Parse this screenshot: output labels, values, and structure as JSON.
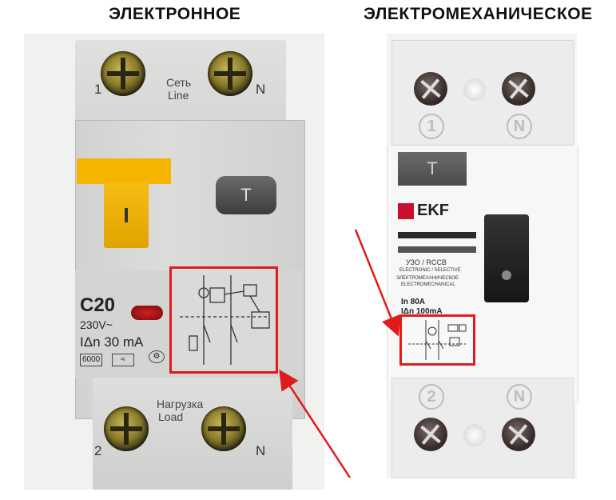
{
  "headings": {
    "left": "ЭЛЕКТРОННОЕ",
    "right": "ЭЛЕКТРОМЕХАНИЧЕСКОЕ"
  },
  "left_device": {
    "terminal_top_left": "1",
    "terminal_top_right": "N",
    "line_label_ru": "Сеть",
    "line_label_en": "Line",
    "test_button": "T",
    "rating": "C20",
    "voltage": "230V~",
    "residual_current": "IΔn 30 mA",
    "breaking_capacity": "6000",
    "load_label_ru": "Нагрузка",
    "load_label_en": "Load",
    "terminal_bottom_left": "2",
    "terminal_bottom_right": "N",
    "lever_mark": "I"
  },
  "right_device": {
    "terminal_top_left": "1",
    "terminal_top_right": "N",
    "test_button": "T",
    "brand": "EKF",
    "model": "УЗО / RCCB",
    "model_sub": "ELECTRONIC / SELECTIVE",
    "type_ru": "ЭЛЕКТРОМЕХАНИЧЕСКОЕ",
    "type_en": "ELECTROMECHANICAL",
    "current": "In 80A",
    "residual_current": "IΔn 100mA",
    "terminal_bottom_left": "2",
    "terminal_bottom_right": "N"
  },
  "colors": {
    "highlight": "#e11a1a",
    "arrow": "#e11a1a",
    "lever_yellow": "#f4b400",
    "ekf_red": "#c8102e"
  }
}
